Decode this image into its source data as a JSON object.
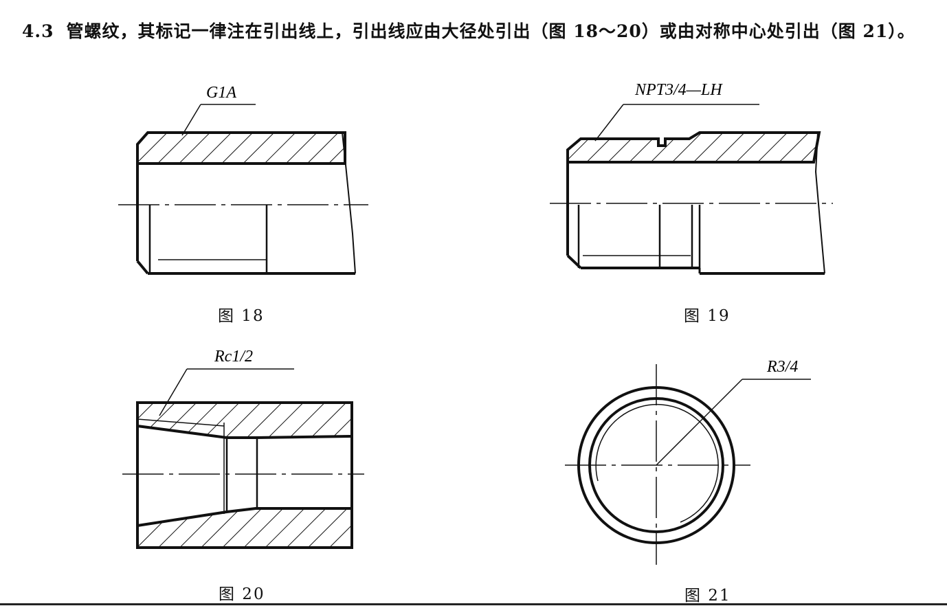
{
  "paragraph": {
    "number": "4.3",
    "text": "管螺纹，其标记一律注在引出线上，引出线应由大径处引出（图 18～20）或由对称中心处引出（图 21）。"
  },
  "figures": [
    {
      "label": "G1A",
      "caption": "图 18"
    },
    {
      "label": "NPT3/4—LH",
      "caption": "图 19"
    },
    {
      "label": "Rc1/2",
      "caption": "图 20"
    },
    {
      "label": "R3/4",
      "caption": "图 21"
    }
  ]
}
